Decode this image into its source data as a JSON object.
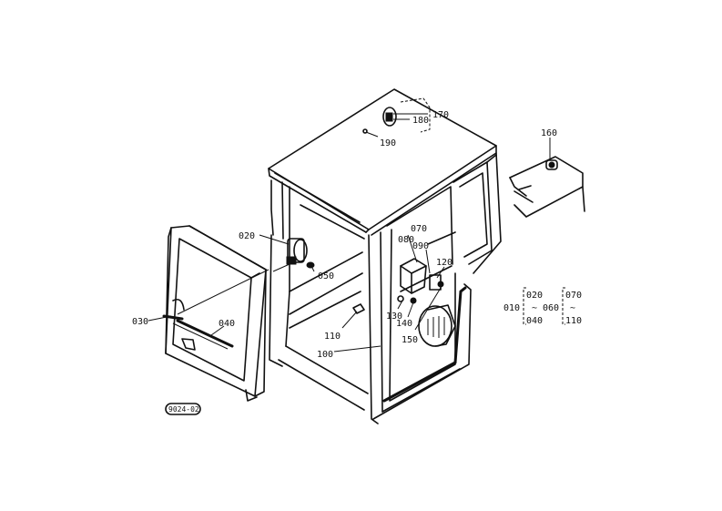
{
  "diagram_code": "9024-02",
  "callouts": [
    {
      "id": "c170",
      "text": "170"
    },
    {
      "id": "c180",
      "text": "180"
    },
    {
      "id": "c190",
      "text": "190"
    },
    {
      "id": "c160",
      "text": "160"
    },
    {
      "id": "c020",
      "text": "020"
    },
    {
      "id": "c050",
      "text": "050"
    },
    {
      "id": "c030",
      "text": "030"
    },
    {
      "id": "c040",
      "text": "040"
    },
    {
      "id": "c070",
      "text": "070"
    },
    {
      "id": "c080",
      "text": "080"
    },
    {
      "id": "c090",
      "text": "090"
    },
    {
      "id": "c120",
      "text": "120"
    },
    {
      "id": "c130",
      "text": "130"
    },
    {
      "id": "c140",
      "text": "140"
    },
    {
      "id": "c150",
      "text": "150"
    },
    {
      "id": "c110",
      "text": "110"
    },
    {
      "id": "c100",
      "text": "100"
    }
  ],
  "legend": {
    "group1_key": "010",
    "group1_top": "020",
    "group1_tilde": "~",
    "group1_bottom": "040",
    "group2_key": "060",
    "group2_top": "070",
    "group2_tilde": "~",
    "group2_bottom": "110"
  }
}
